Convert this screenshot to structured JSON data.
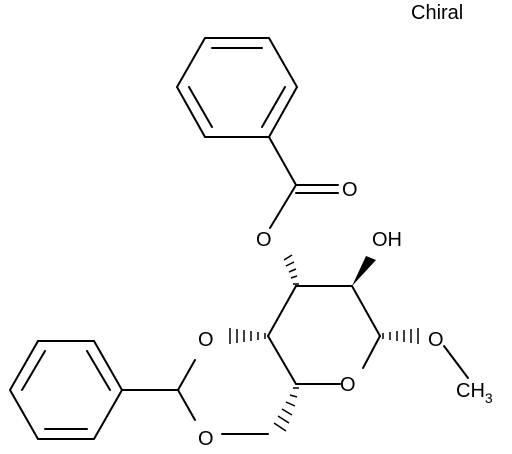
{
  "labels": {
    "chiral": "Chiral",
    "carbonyl_o": "O",
    "ester_o": "O",
    "hydroxyl": "OH",
    "acetal_o_upper": "O",
    "acetal_o_lower": "O",
    "ring_o": "O",
    "methoxy_o": "O",
    "methyl_c": "CH",
    "methyl_sub": "3"
  },
  "colors": {
    "ink": "#000000",
    "background": "#ffffff"
  }
}
